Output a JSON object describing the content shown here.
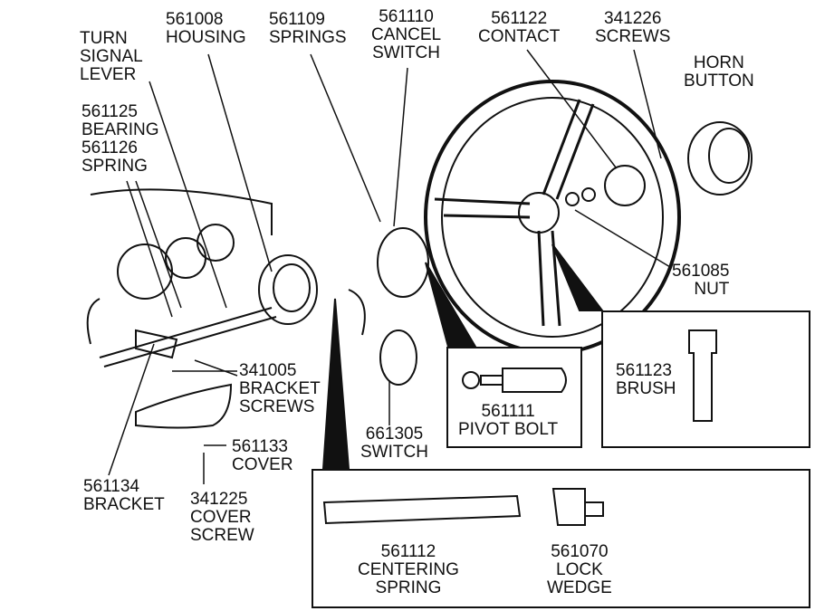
{
  "labels": {
    "turn_signal_lever": "TURN\nSIGNAL\nLEVER",
    "housing": "561008\nHOUSING",
    "springs": "561109 SPRINGS",
    "cancel_switch": "561110\nCANCEL\nSWITCH",
    "contact": "561122\nCONTACT",
    "screws": "341226\nSCREWS",
    "horn_button": "HORN\nBUTTON",
    "bearing_spring": "561125\nBEARING\n561126\nSPRING",
    "nut": "561085\nNUT",
    "bracket_screws": "341005\nBRACKET\nSCREWS",
    "cover": "561133\nCOVER",
    "switch": "661305\nSWITCH",
    "pivot_bolt": "561111\nPIVOT BOLT",
    "brush": "561123\nBRUSH",
    "bracket": "561134\nBRACKET",
    "cover_screw": "341225\nCOVER\nSCREW",
    "centering_spring": "561112\nCENTERING\nSPRING",
    "lock_wedge": "561070\nLOCK\nWEDGE"
  }
}
